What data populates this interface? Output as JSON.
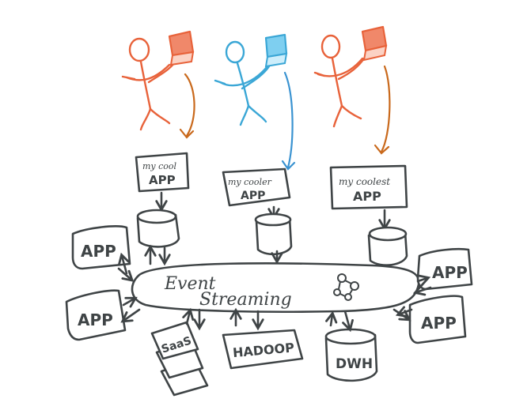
{
  "colors": {
    "ink": "#3f4446",
    "person_1": "#e8623a",
    "person_2": "#3ba7d6",
    "person_3": "#e8623a",
    "arrow_1": "#c9691c",
    "arrow_2": "#3a93d1",
    "arrow_3": "#c9691c",
    "laptop_fill_1": "#f0886a",
    "laptop_fill_2": "#7ecff0",
    "laptop_fill_3": "#f0886a"
  },
  "labels": {
    "app_1_line1": "my cool",
    "app_1_line2": "APP",
    "app_2_line1": "my cooler",
    "app_2_line2": "APP",
    "app_3_line1": "my coolest",
    "app_3_line2": "APP",
    "event_streaming_line1": "Event",
    "event_streaming_line2": "Streaming",
    "app_left_top": "APP",
    "app_left_bottom": "APP",
    "app_right_top": "APP",
    "app_right_bottom": "APP",
    "saas": "SaaS",
    "hadoop": "HADOOP",
    "dwh": "DWH"
  }
}
